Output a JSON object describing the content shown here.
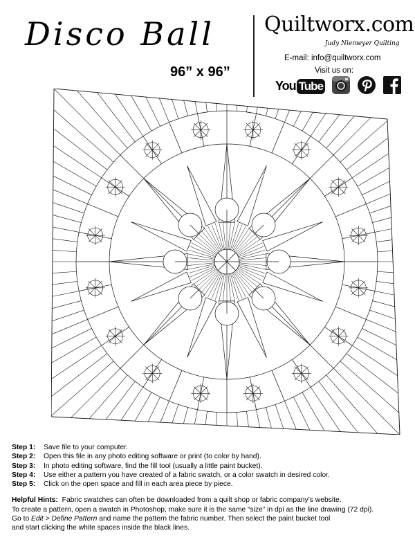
{
  "header": {
    "title": "Disco Ball",
    "size": "96” x 96”",
    "brand": "Quiltworx.com",
    "brand_tagline": "Judy Niemeyer Quilting",
    "email": "E-mail: info@quiltworx.com",
    "visit": "Visit us on:",
    "socials": [
      {
        "icon": "youtube-icon",
        "you": "You",
        "tube": "Tube"
      },
      {
        "icon": "instagram-icon"
      },
      {
        "icon": "pinterest-icon"
      },
      {
        "icon": "facebook-icon"
      }
    ]
  },
  "steps": [
    {
      "label": "Step 1:",
      "text": "Save file to your computer."
    },
    {
      "label": "Step 2:",
      "text": "Open this file in any photo editing software or print (to color by hand)."
    },
    {
      "label": "Step 3:",
      "text": "In photo editing software, find the fill tool (usually a little paint bucket)."
    },
    {
      "label": "Step 4:",
      "text": "Use either a pattern you have created of a fabric swatch, or a color swatch in desired color."
    },
    {
      "label": "Step 5:",
      "text": "Click on the open space and fill in each area piece by piece."
    }
  ],
  "hints": {
    "label": "Helpful Hints:",
    "line1": "Fabric swatches can often be downloaded from a quilt shop or fabric company’s website.",
    "line2": "To create a pattern, open a swatch in Photoshop, make sure it is the same “size” in dpi as the line drawing (72 dpi).",
    "line3_pre": "Go to ",
    "line3_em": "Edit > Define Pattern",
    "line3_post": " and name the pattern the fabric number.  Then select the paint bucket tool",
    "line4": "and start clicking the white spaces inside the black lines."
  }
}
